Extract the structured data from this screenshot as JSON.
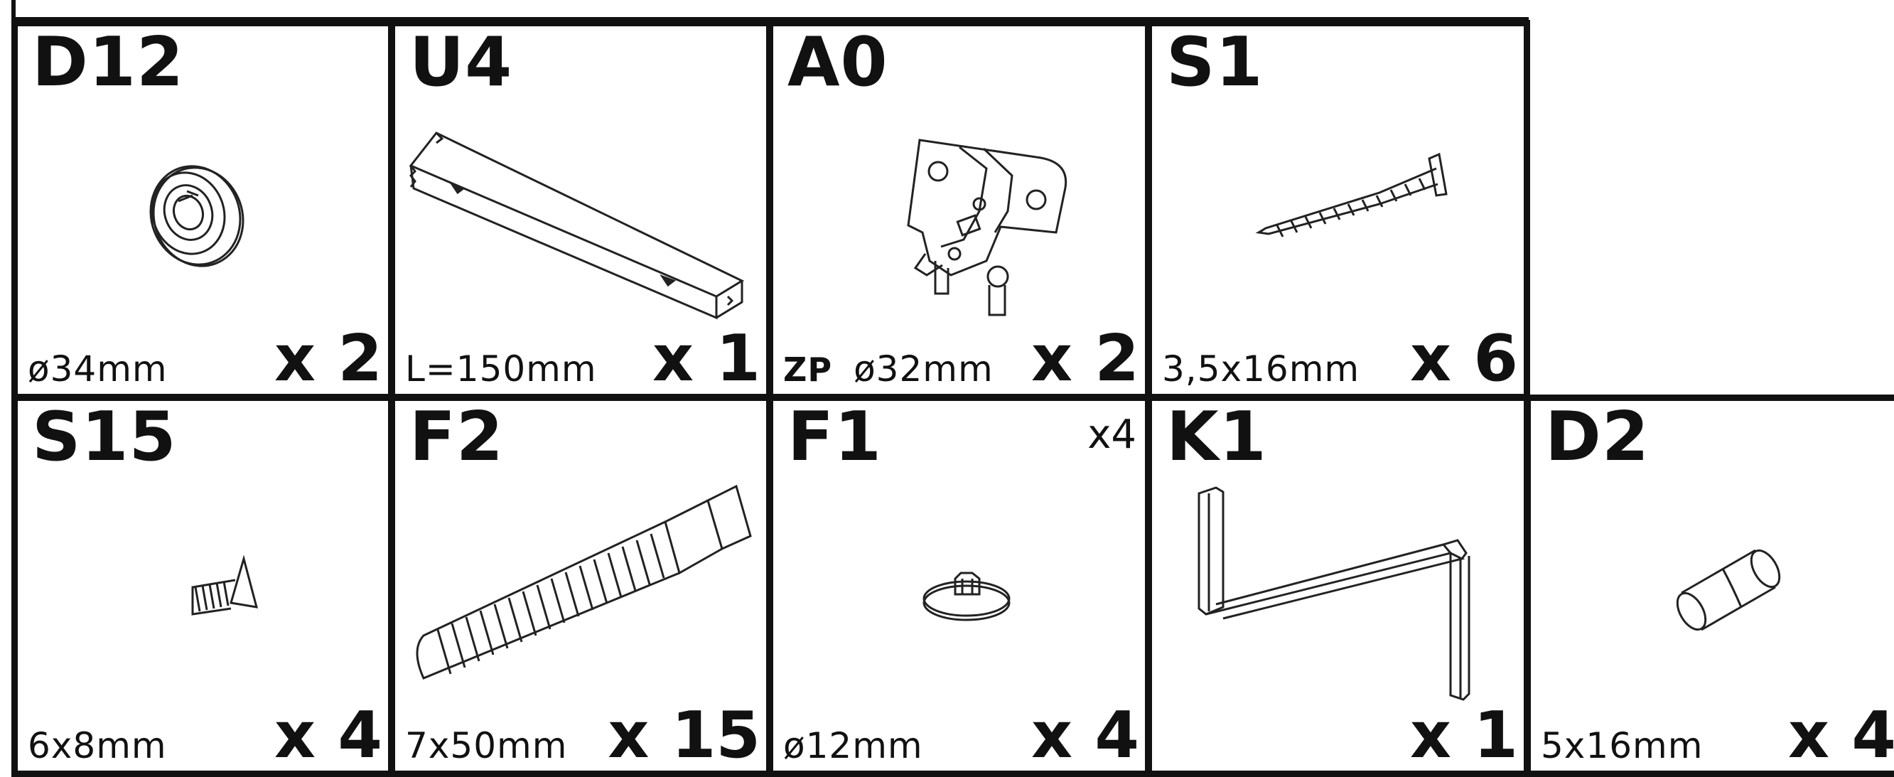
{
  "parts": [
    {
      "code": "D12",
      "dimension": "ø34mm",
      "quantity": "x 2",
      "icon": "bearing-icon"
    },
    {
      "code": "U4",
      "dimension": "L=150mm",
      "quantity": "x 1",
      "icon": "rail-channel-icon"
    },
    {
      "code": "A0",
      "prefix": "ZP",
      "dimension": "ø32mm",
      "quantity": "x 2",
      "icon": "hinge-icon"
    },
    {
      "code": "S1",
      "dimension": "3,5x16mm",
      "quantity": "x 6",
      "icon": "wood-screw-icon"
    },
    {
      "code": "S15",
      "dimension": "6x8mm",
      "quantity": "x 4",
      "icon": "short-screw-icon"
    },
    {
      "code": "F2",
      "dimension": "7x50mm",
      "quantity": "x 15",
      "icon": "confirmat-screw-icon"
    },
    {
      "code": "F1",
      "extra": "x4",
      "dimension": "ø12mm",
      "quantity": "x 4",
      "icon": "cam-cap-icon"
    },
    {
      "code": "K1",
      "dimension": "",
      "quantity": "x 1",
      "icon": "hex-key-icon"
    },
    {
      "code": "D2",
      "dimension": "5x16mm",
      "quantity": "x 4",
      "icon": "dowel-icon"
    }
  ]
}
